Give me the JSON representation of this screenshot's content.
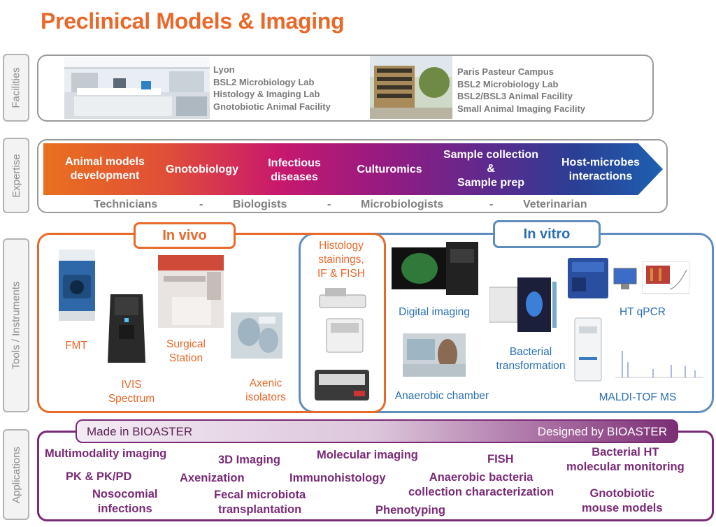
{
  "title": "Preclinical Models & Imaging",
  "side_labels": {
    "facilities": "Facilities",
    "expertise": "Expertise",
    "tools": "Tools / Instruments",
    "applications": "Applications"
  },
  "facilities": {
    "lyon": [
      "Lyon",
      "BSL2 Microbiology Lab",
      "Histology & Imaging Lab",
      "Gnotobiotic Animal Facility"
    ],
    "paris": [
      "Paris Pasteur Campus",
      "BSL2 Microbiology Lab",
      "BSL2/BSL3 Animal Facility",
      "Small Animal Imaging Facility"
    ]
  },
  "expertise": {
    "items": [
      "Animal models development",
      "Gnotobiology",
      "Infectious diseases",
      "Culturomics",
      "Sample collection & Sample prep",
      "Host-microbes interactions"
    ],
    "item_lines": [
      [
        "Animal models",
        "development"
      ],
      [
        "Gnotobiology"
      ],
      [
        "Infectious",
        "diseases"
      ],
      [
        "Culturomics"
      ],
      [
        "Sample collection",
        "&",
        "Sample prep"
      ],
      [
        "Host-microbes",
        "interactions"
      ]
    ],
    "staff": [
      "Technicians",
      "-",
      "Biologists",
      "-",
      "Microbiologists",
      "-",
      "Veterinarian"
    ]
  },
  "tools": {
    "in_vivo_label": "In vivo",
    "in_vitro_label": "In vitro",
    "in_vivo": {
      "fmt": "FMT",
      "ivis": [
        "IVIS",
        "Spectrum"
      ],
      "surgical": [
        "Surgical",
        "Station"
      ],
      "axenic": [
        "Axenic",
        "isolators"
      ],
      "histology": [
        "Histology",
        "stainings,",
        "IF & FISH"
      ]
    },
    "in_vitro": {
      "digital_imaging": "Digital imaging",
      "ht_qpcr": "HT qPCR",
      "bacterial_transformation": [
        "Bacterial",
        "transformation"
      ],
      "anaerobic_chamber": "Anaerobic chamber",
      "maldi": "MALDI-TOF MS"
    }
  },
  "applications": {
    "made_in": "Made in BIOASTER",
    "designed_by": "Designed by BIOASTER",
    "items": {
      "multimodality": "Multimodality imaging",
      "imaging3d": "3D Imaging",
      "molecular": "Molecular imaging",
      "fish": "FISH",
      "bacterial_ht": [
        "Bacterial HT",
        "molecular monitoring"
      ],
      "pk": "PK & PK/PD",
      "axenization": "Axenization",
      "immunohisto": "Immunohistology",
      "anaerobic": [
        "Anaerobic bacteria",
        "collection characterization"
      ],
      "nosocomial": [
        "Nosocomial",
        "infections"
      ],
      "fecal": [
        "Fecal microbiota",
        "transplantation"
      ],
      "phenotyping": "Phenotyping",
      "gnotobiotic": [
        "Gnotobiotic",
        "mouse models"
      ]
    }
  },
  "colors": {
    "title": "#e8692a",
    "in_vivo": "#e8692a",
    "in_vitro": "#2a6fb3",
    "applications": "#7a2a76",
    "gray": "#9a9a9a"
  }
}
